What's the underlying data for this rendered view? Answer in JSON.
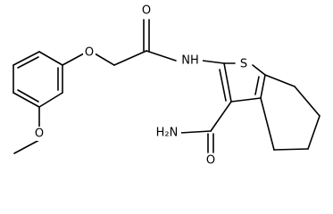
{
  "molecule": {
    "labels": {
      "ether_o": "O",
      "methoxy_o": "O",
      "carbonyl_o_amide": "O",
      "amide_nh": "NH",
      "sulfur": "S",
      "carboxamide_nh2": "H₂N",
      "carboxamide_o": "O"
    }
  }
}
